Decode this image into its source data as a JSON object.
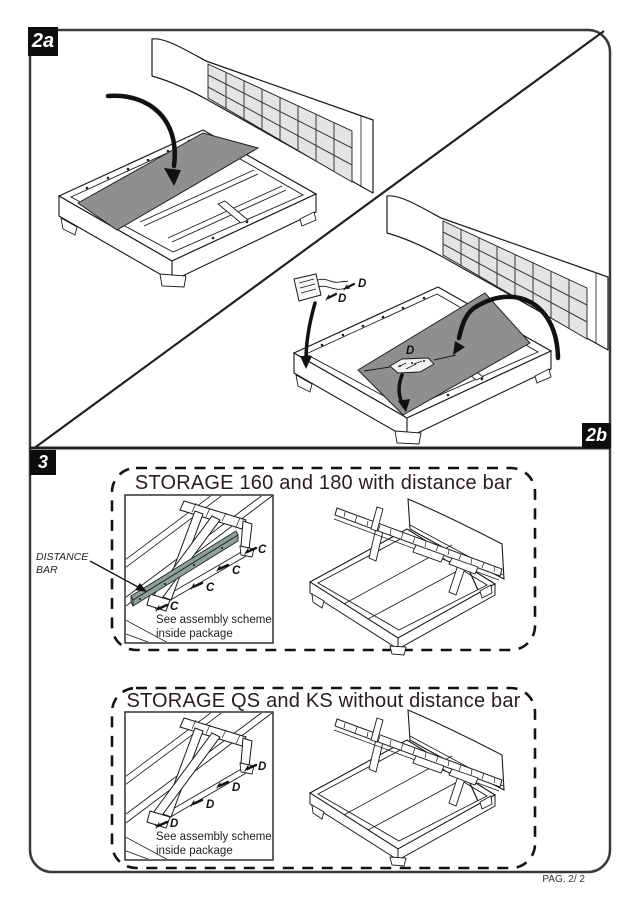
{
  "page": {
    "footer": "PAG. 2/ 2"
  },
  "steps": {
    "step2a": {
      "label": "2a"
    },
    "step2b": {
      "label": "2b",
      "hardware_labels": [
        "D",
        "D",
        "D"
      ]
    },
    "step3": {
      "label": "3"
    }
  },
  "panels": [
    {
      "title": "STORAGE 160 and 180 with distance bar",
      "callout_line1": "DISTANCE",
      "callout_line2": "BAR",
      "note_line1": "See assembly scheme",
      "note_line2": "inside package",
      "screw_labels": [
        "C",
        "C",
        "C",
        "C"
      ],
      "bar_color": "#8da095"
    },
    {
      "title": "STORAGE QS and KS without distance bar",
      "note_line1": "See assembly scheme",
      "note_line2": "inside package",
      "screw_labels": [
        "D",
        "D",
        "D",
        "D"
      ]
    }
  ],
  "colors": {
    "panel_gray": "#8f8f8f"
  }
}
